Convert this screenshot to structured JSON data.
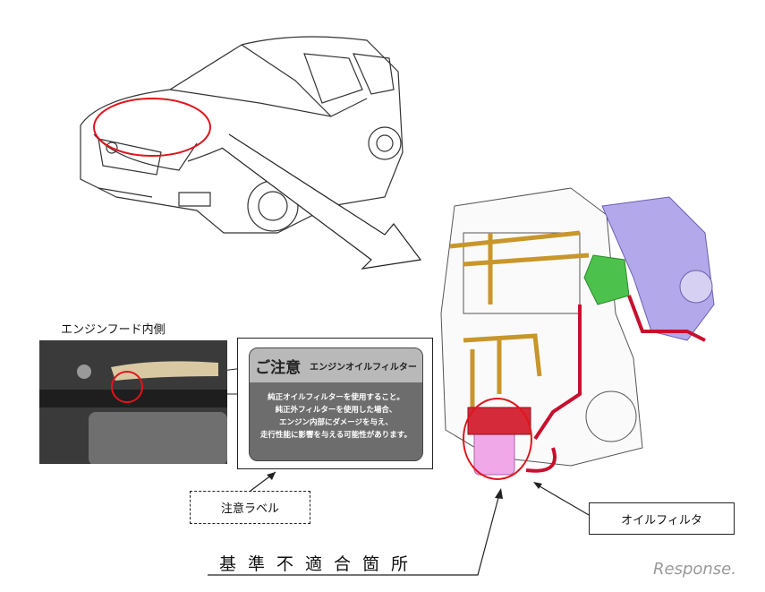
{
  "labels": {
    "hood_inner": "エンジンフード内側",
    "caution_label": "注意ラベル",
    "oil_filter": "オイルフィルタ",
    "nonconformity": "基準不適合箇所"
  },
  "caution_sticker": {
    "title": "ご注意",
    "subtitle": "エンジンオイルフィルター",
    "lines": [
      "純正オイルフィルターを使用すること。",
      "純正外フィルターを使用した場合、",
      "エンジン内部にダメージを与え、",
      "走行性能に影響を与える可能性があります。"
    ]
  },
  "watermark": "Response.",
  "colors": {
    "highlight": "#e0141c",
    "pipe_red": "#c8102e",
    "pipe_gold": "#c8962a",
    "turbo": "#a99ee0",
    "green": "#3fbf3f",
    "filter_pink": "#f0a8e8"
  }
}
